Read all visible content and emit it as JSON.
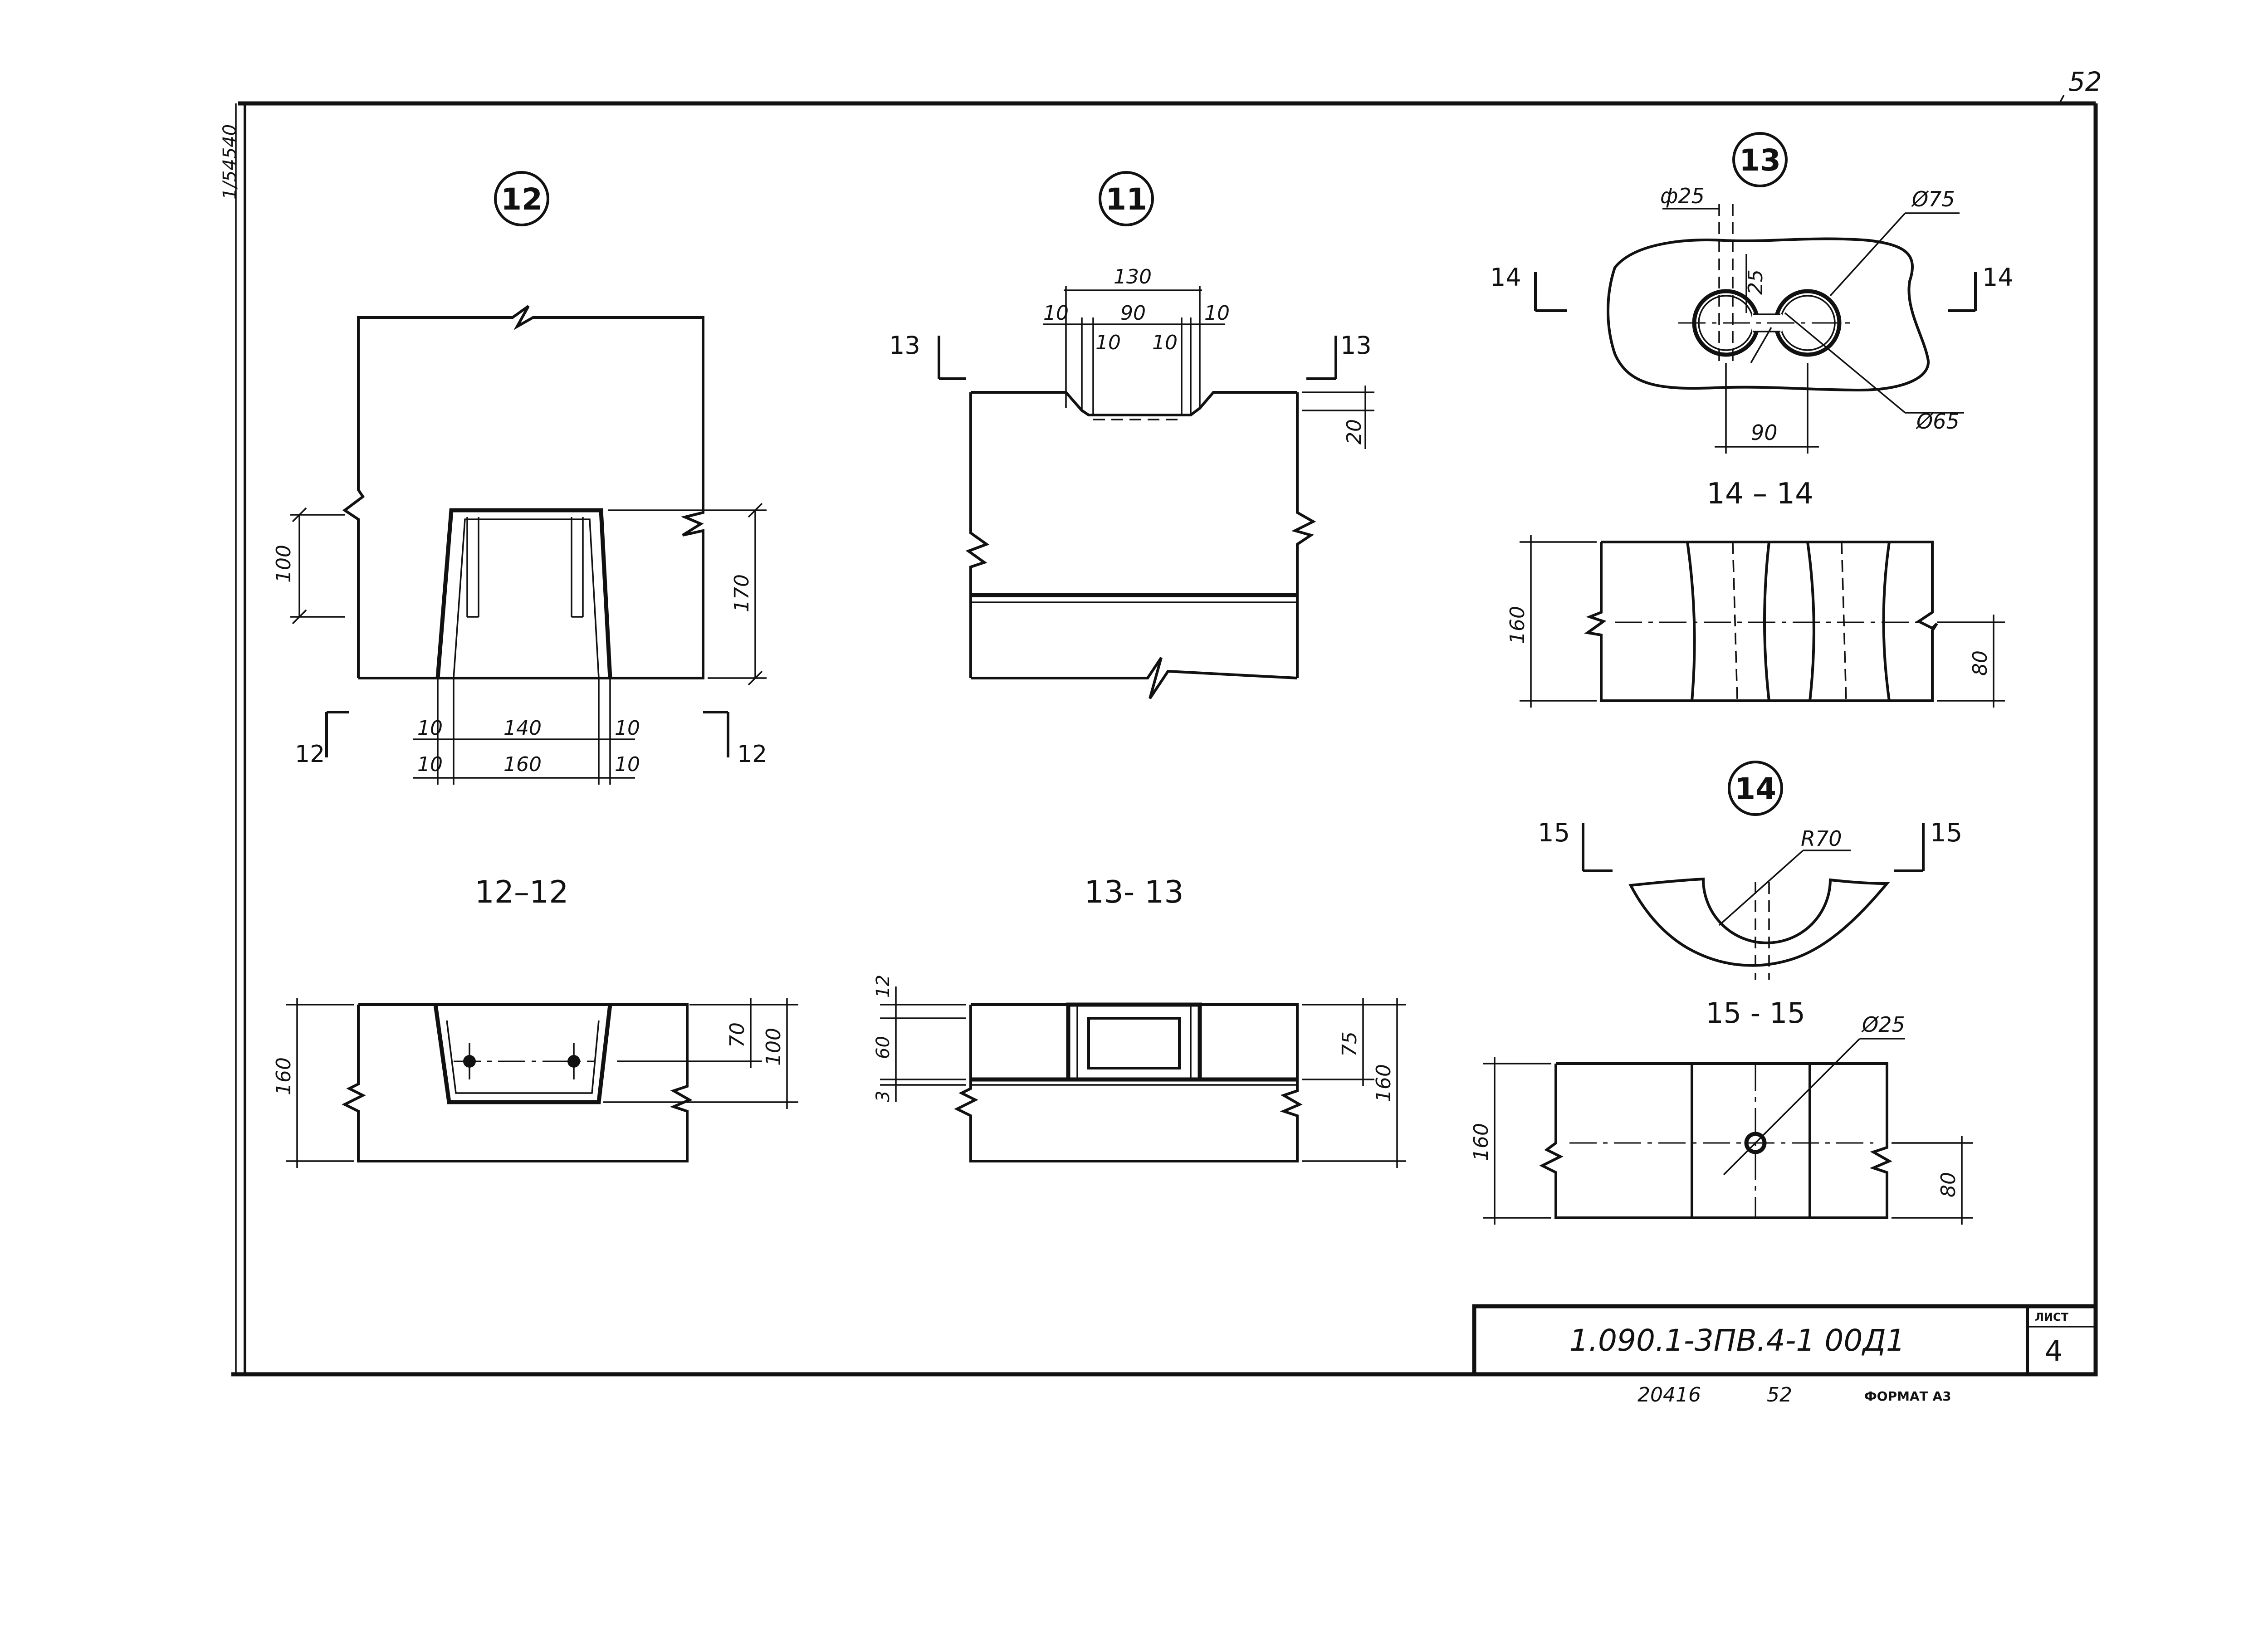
{
  "sheet": {
    "page_number": "52",
    "designation": "1.090.1-3ПВ.4-1    00Д1",
    "sheet_caption": "ЛИСТ",
    "sheet_number": "4",
    "inventory_number": "20416",
    "inventory_page": "52",
    "format": "ФОРМАТ А3",
    "margin_stamp": "1/54540"
  },
  "views": {
    "node12": {
      "tag": "12",
      "section_marks": [
        "12",
        "12"
      ],
      "dims": {
        "h100": "100",
        "h170": "170",
        "b10a": "10",
        "b140": "140",
        "b10b": "10",
        "c10a": "10",
        "c160": "160",
        "c10b": "10"
      }
    },
    "node11": {
      "tag": "11",
      "section_marks": [
        "13",
        "13"
      ],
      "dims": {
        "t130": "130",
        "t10a": "10",
        "t90": "90",
        "t10b": "10",
        "i10a": "10",
        "i10b": "10",
        "r20": "20"
      }
    },
    "node13": {
      "tag": "13",
      "section_marks": [
        "14",
        "14"
      ],
      "dims": {
        "d25": "ф25",
        "d75": "Ø75",
        "d65": "Ø65",
        "v25": "25",
        "b90": "90"
      }
    },
    "node14": {
      "tag": "14",
      "section_marks": [
        "15",
        "15"
      ],
      "dims": {
        "r70": "R70"
      }
    },
    "sec12": {
      "title": "12–12",
      "dims": {
        "h160": "160",
        "h70": "70",
        "h100": "100"
      }
    },
    "sec13": {
      "title": "13- 13",
      "dims": {
        "l12": "12",
        "l60": "60",
        "l3": "3",
        "r75": "75",
        "r160": "160"
      }
    },
    "sec14": {
      "title": "14 – 14",
      "dims": {
        "h160": "160",
        "h80": "80"
      }
    },
    "sec15": {
      "title": "15 - 15",
      "dims": {
        "h160": "160",
        "h80": "80",
        "d25": "Ø25"
      }
    }
  }
}
